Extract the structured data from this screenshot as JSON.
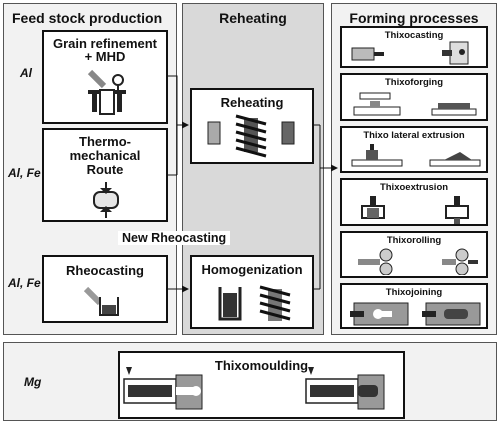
{
  "panels": {
    "feed_stock": "Feed stock production",
    "reheating": "Reheating",
    "forming": "Forming processes"
  },
  "materials": {
    "al": "Al",
    "al_fe_1": "Al, Fe",
    "al_fe_2": "Al, Fe",
    "mg": "Mg"
  },
  "feed_boxes": {
    "grain_line1": "Grain refinement",
    "grain_line2": "+ MHD",
    "thermo_line1": "Thermo-",
    "thermo_line2": "mechanical",
    "thermo_line3": "Route",
    "rheocasting": "Rheocasting"
  },
  "reheat_boxes": {
    "reheating": "Reheating",
    "homogenization": "Homogenization"
  },
  "new_rheocasting": "New Rheocasting",
  "forming_processes": {
    "p1": "Thixocasting",
    "p2": "Thixoforging",
    "p3": "Thixo lateral extrusion",
    "p4": "Thixoextrusion",
    "p5": "Thixorolling",
    "p6": "Thixojoining"
  },
  "bottom": {
    "thixomoulding": "Thixomoulding"
  }
}
